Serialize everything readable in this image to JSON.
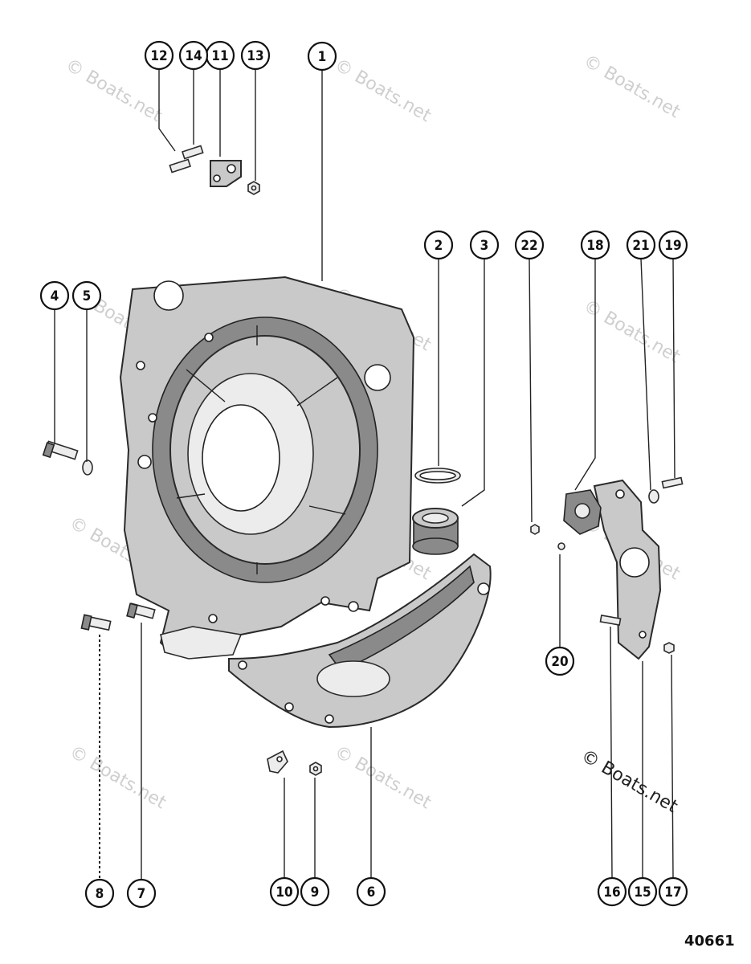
{
  "callouts": [
    "1",
    "2",
    "3",
    "4",
    "5",
    "6",
    "7",
    "8",
    "9",
    "10",
    "11",
    "12",
    "13",
    "14",
    "15",
    "16",
    "17",
    "18",
    "19",
    "20",
    "21",
    "22"
  ],
  "watermark": "© Boats.net",
  "drawing_number": "40661"
}
